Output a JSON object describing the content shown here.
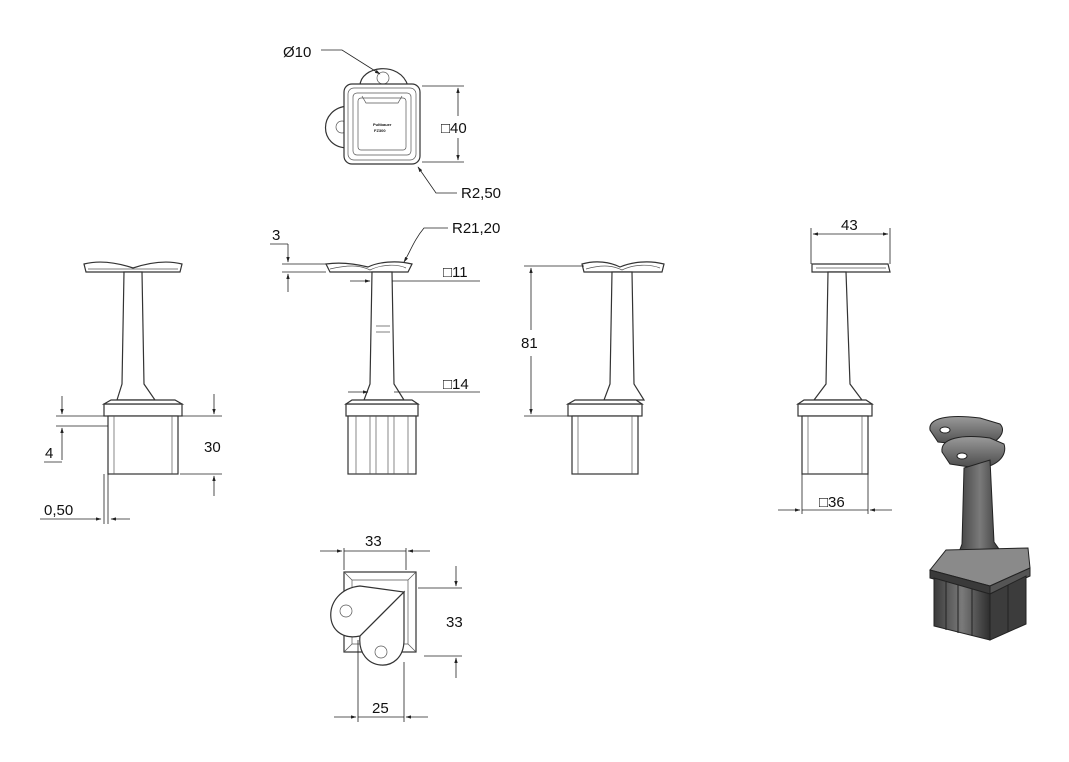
{
  "dimensions": {
    "hole_diameter": "Ø10",
    "square_40": "□40",
    "fillet_r": "R2,50",
    "cap_thickness": "3",
    "saddle_radius": "R21,20",
    "square_11": "□11",
    "square_14": "□14",
    "height_81": "81",
    "width_43": "43",
    "flange_4": "4",
    "base_30": "30",
    "offset_050": "0,50",
    "square_36": "□36",
    "bottom_33_top": "33",
    "bottom_33_right": "33",
    "bottom_25": "25"
  },
  "engraving": {
    "line1": "Pultbauer",
    "line2": "FZ300"
  }
}
